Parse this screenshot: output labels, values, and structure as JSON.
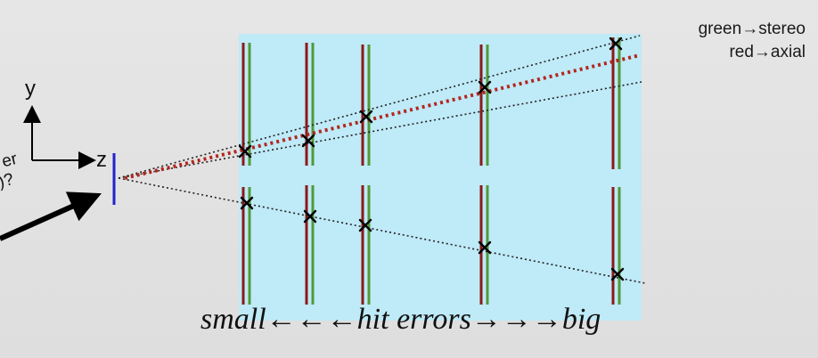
{
  "legend": {
    "green_label": "green",
    "green_target": "stereo",
    "red_label": "red",
    "red_target": "axial",
    "arrow": "→"
  },
  "axes": {
    "y_label": "y",
    "z_label": "z"
  },
  "caption": {
    "text": "small←←←hit errors→→→big"
  },
  "partial_text": {
    "line1": "er",
    "line2": ")?"
  },
  "colors": {
    "detector_fill": "#bfeaf7",
    "stereo_wire": "#4f9a3a",
    "axial_wire": "#8b1a1a",
    "fit_line": "#b3261e",
    "track_line": "#222222",
    "vertex": "#2222cc",
    "pointer_arrow": "#000000"
  },
  "layers": [
    {
      "layer": 1
    },
    {
      "layer": 2
    },
    {
      "layer": 3
    },
    {
      "layer": 4
    },
    {
      "layer": 5
    }
  ]
}
